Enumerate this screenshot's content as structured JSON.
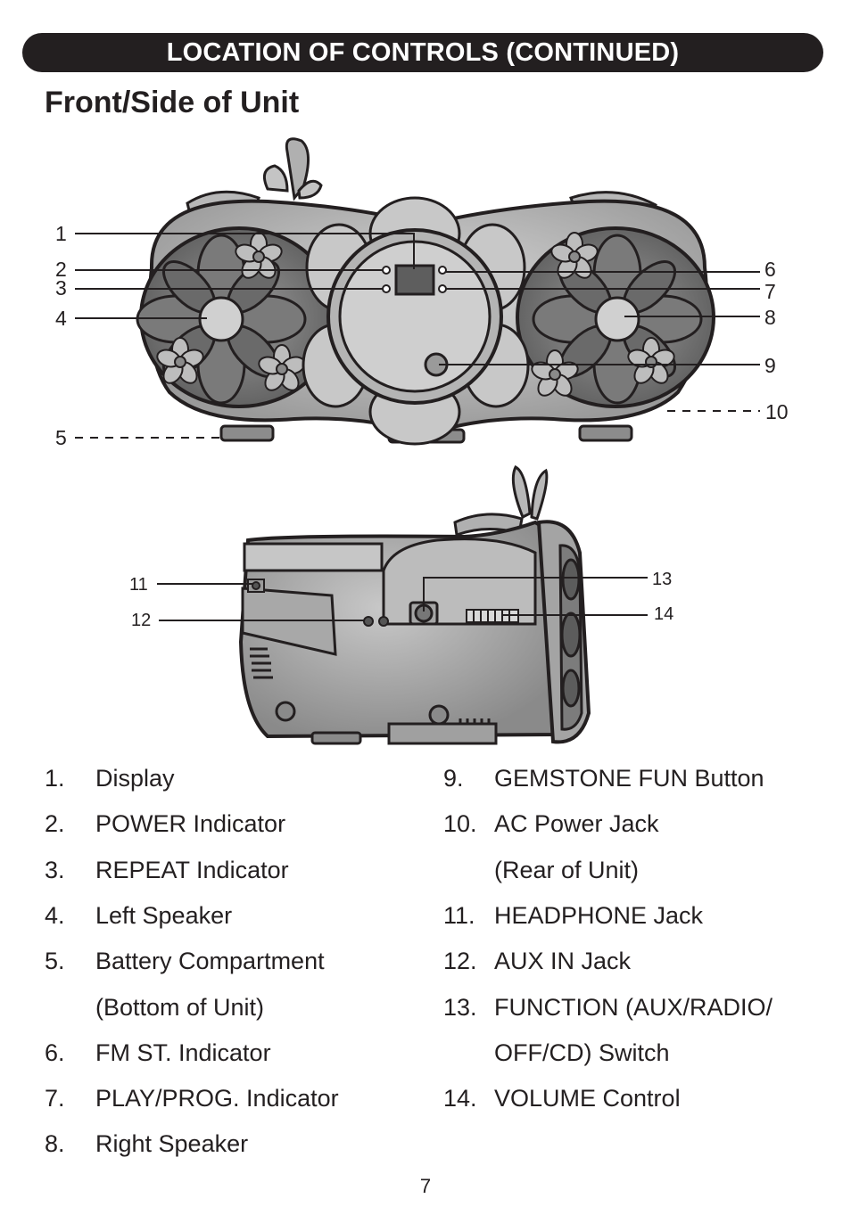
{
  "header": {
    "title": "LOCATION OF CONTROLS (CONTINUED)"
  },
  "section": {
    "title": "Front/Side of Unit"
  },
  "front_callouts": [
    "1",
    "2",
    "3",
    "4",
    "5",
    "6",
    "7",
    "8",
    "9",
    "10"
  ],
  "side_callouts": [
    "11",
    "12",
    "13",
    "14"
  ],
  "legend": {
    "left": [
      {
        "num": "1.",
        "text": "Display"
      },
      {
        "num": "2.",
        "text": "POWER Indicator"
      },
      {
        "num": "3.",
        "text": "REPEAT Indicator"
      },
      {
        "num": "4.",
        "text": "Left Speaker"
      },
      {
        "num": "5.",
        "text": "Battery Compartment"
      },
      {
        "num": "",
        "text": "(Bottom of Unit)"
      },
      {
        "num": "6.",
        "text": "FM ST. Indicator"
      },
      {
        "num": "7.",
        "text": "PLAY/PROG. Indicator"
      },
      {
        "num": "8.",
        "text": "Right Speaker"
      }
    ],
    "right": [
      {
        "num": "9.",
        "text": "GEMSTONE FUN Button"
      },
      {
        "num": "10.",
        "text": "AC Power Jack"
      },
      {
        "num": "",
        "text": "(Rear of Unit)"
      },
      {
        "num": "11.",
        "text": "HEADPHONE Jack"
      },
      {
        "num": "12.",
        "text": "AUX IN Jack"
      },
      {
        "num": "13.",
        "text": "FUNCTION (AUX/RADIO/"
      },
      {
        "num": "",
        "text": "OFF/CD) Switch"
      },
      {
        "num": "14.",
        "text": "VOLUME Control"
      }
    ]
  },
  "page": {
    "number": "7"
  }
}
